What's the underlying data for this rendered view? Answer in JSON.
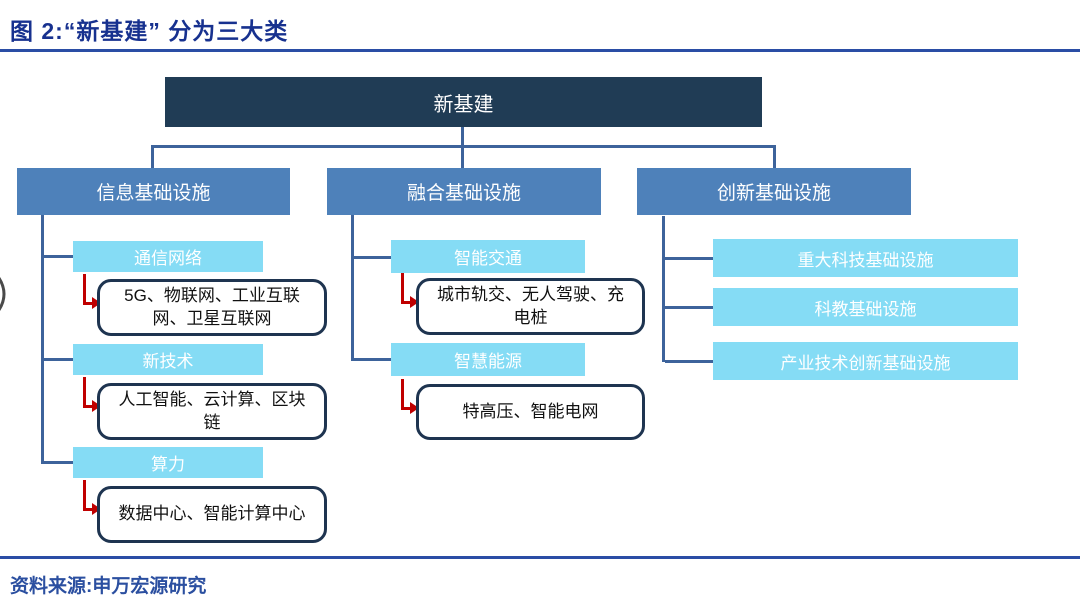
{
  "figure": {
    "title": "图 2:“新基建” 分为三大类",
    "source": "资料来源:申万宏源研究"
  },
  "tree": {
    "root": {
      "label": "新基建"
    },
    "branches": [
      {
        "label": "信息基础设施",
        "children": [
          {
            "header": "通信网络",
            "detail": "5G、物联网、工业互联网、卫星互联网"
          },
          {
            "header": "新技术",
            "detail": "人工智能、云计算、区块链"
          },
          {
            "header": "算力",
            "detail": "数据中心、智能计算中心"
          }
        ]
      },
      {
        "label": "融合基础设施",
        "children": [
          {
            "header": "智能交通",
            "detail": "城市轨交、无人驾驶、充电桩"
          },
          {
            "header": "智慧能源",
            "detail": "特高压、智能电网"
          }
        ]
      },
      {
        "label": "创新基础设施",
        "children": [
          {
            "header": "重大科技基础设施"
          },
          {
            "header": "科教基础设施"
          },
          {
            "header": "产业技术创新基础设施"
          }
        ]
      }
    ]
  },
  "icons": {
    "branch_arrow": "red-elbow-arrow-icon",
    "edge_fragment": "cut-off-paren-glyph"
  },
  "colors": {
    "title_blue": "#17318F",
    "rule_blue": "#2A4DA5",
    "root_navy": "#203C55",
    "branch_blue": "#4E81BA",
    "leaf_cyan": "#85DCF5",
    "connector_blue": "#3D639B",
    "detail_border_navy": "#1E3450",
    "arrow_red": "#C00000",
    "source_blue": "#2B4FA0"
  }
}
